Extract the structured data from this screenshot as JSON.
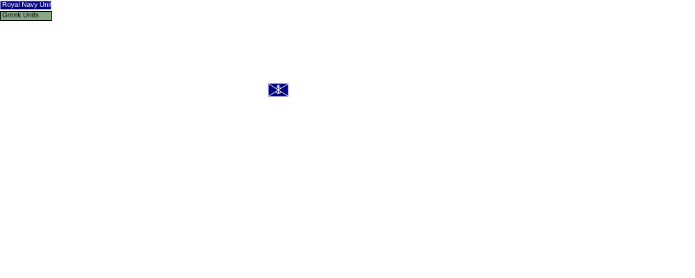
{
  "legend": {
    "items": [
      {
        "label": "Royal Navy Units",
        "color": "#000080",
        "text_color": "#ffffff"
      },
      {
        "label": "Greek Units",
        "color": "#88a888",
        "text_color": "#000000"
      }
    ]
  },
  "map": {
    "units": [
      {
        "side": "Royal Navy",
        "icon": "naval-anchor-icon",
        "color": "#000080"
      }
    ]
  }
}
